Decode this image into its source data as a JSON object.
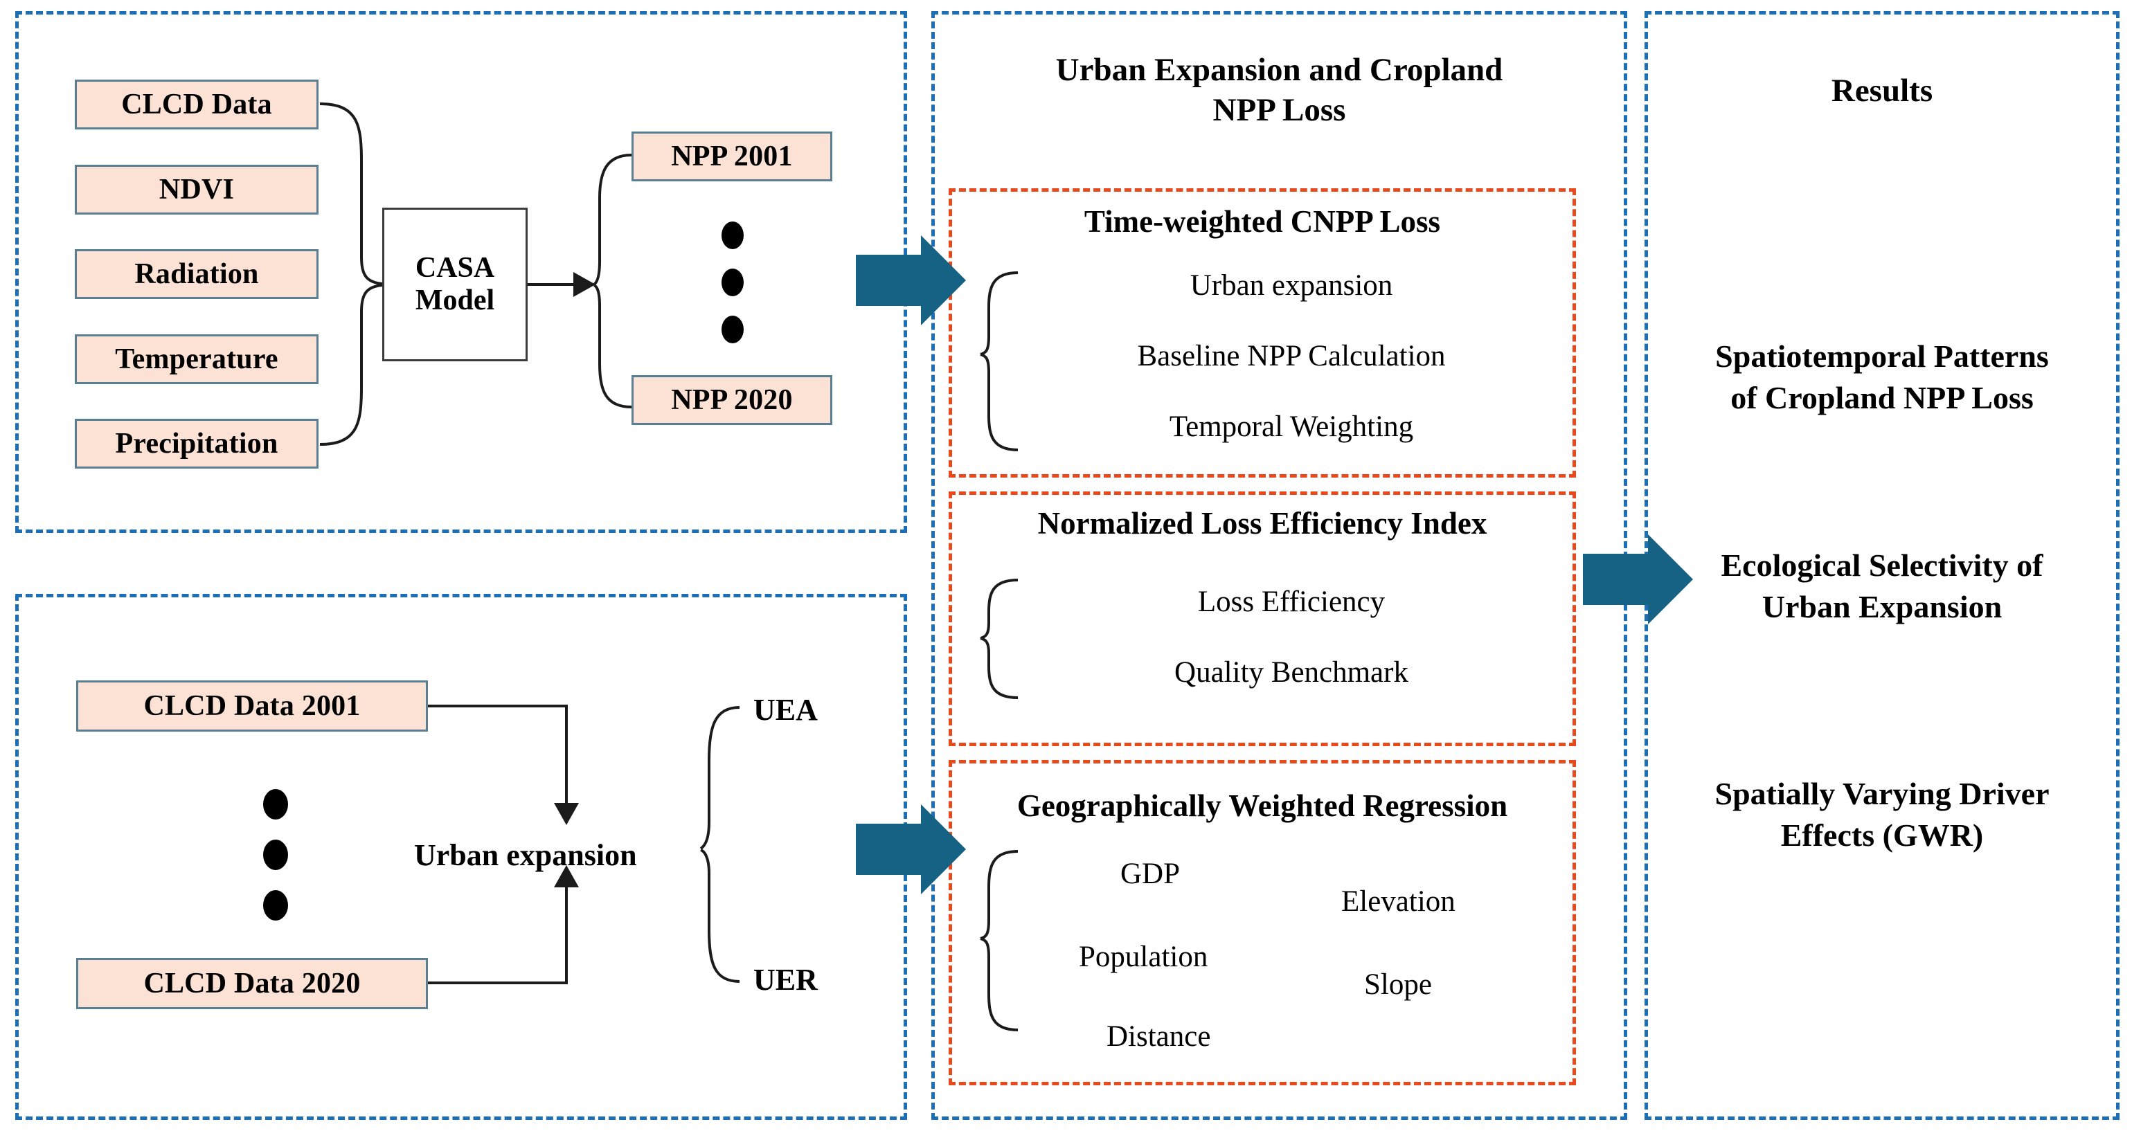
{
  "panels": {
    "inputs_npp": {
      "title": ""
    },
    "urban_expansion": {
      "title": ""
    },
    "methods": {
      "title_line1": "Urban Expansion and Cropland",
      "title_line2": "NPP Loss"
    },
    "results": {
      "title": "Results"
    }
  },
  "inputs": {
    "boxes": [
      {
        "label": "CLCD Data"
      },
      {
        "label": "NDVI"
      },
      {
        "label": "Radiation"
      },
      {
        "label": "Temperature"
      },
      {
        "label": "Precipitation"
      }
    ],
    "model": {
      "line1": "CASA",
      "line2": "Model"
    },
    "outputs": [
      {
        "label": "NPP 2001"
      },
      {
        "label": "NPP 2020"
      }
    ],
    "ellipsis": "•••"
  },
  "urban": {
    "boxes": [
      {
        "label": "CLCD Data 2001"
      },
      {
        "label": "CLCD Data 2020"
      }
    ],
    "center_label": "Urban expansion",
    "branches": [
      {
        "label": "UEA"
      },
      {
        "label": "UER"
      }
    ],
    "ellipsis": "•••"
  },
  "methods": {
    "blocks": [
      {
        "title": "Time-weighted CNPP Loss",
        "items": [
          {
            "label": "Urban expansion"
          },
          {
            "label": "Baseline NPP Calculation"
          },
          {
            "label": "Temporal Weighting"
          }
        ]
      },
      {
        "title": "Normalized Loss Efficiency Index",
        "items": [
          {
            "label": "Loss Efficiency"
          },
          {
            "label": "Quality Benchmark"
          }
        ]
      },
      {
        "title": "Geographically Weighted Regression",
        "items": [
          {
            "label": "GDP"
          },
          {
            "label": "Elevation"
          },
          {
            "label": "Population"
          },
          {
            "label": "Slope"
          },
          {
            "label": "Distance"
          }
        ]
      }
    ]
  },
  "results": {
    "title": "Results",
    "items": [
      {
        "line1": "Spatiotemporal Patterns",
        "line2": "of Cropland NPP Loss"
      },
      {
        "line1": "Ecological Selectivity of",
        "line2": "Urban Expansion"
      },
      {
        "line1": "Spatially Varying Driver",
        "line2": "Effects (GWR)"
      }
    ]
  },
  "colors": {
    "panel_border": "#1c6fb5",
    "subpanel_border": "#e8491d",
    "box_fill": "#fbe2d5",
    "box_border": "#5a7f93",
    "arrow": "#156285",
    "text": "#000000"
  }
}
